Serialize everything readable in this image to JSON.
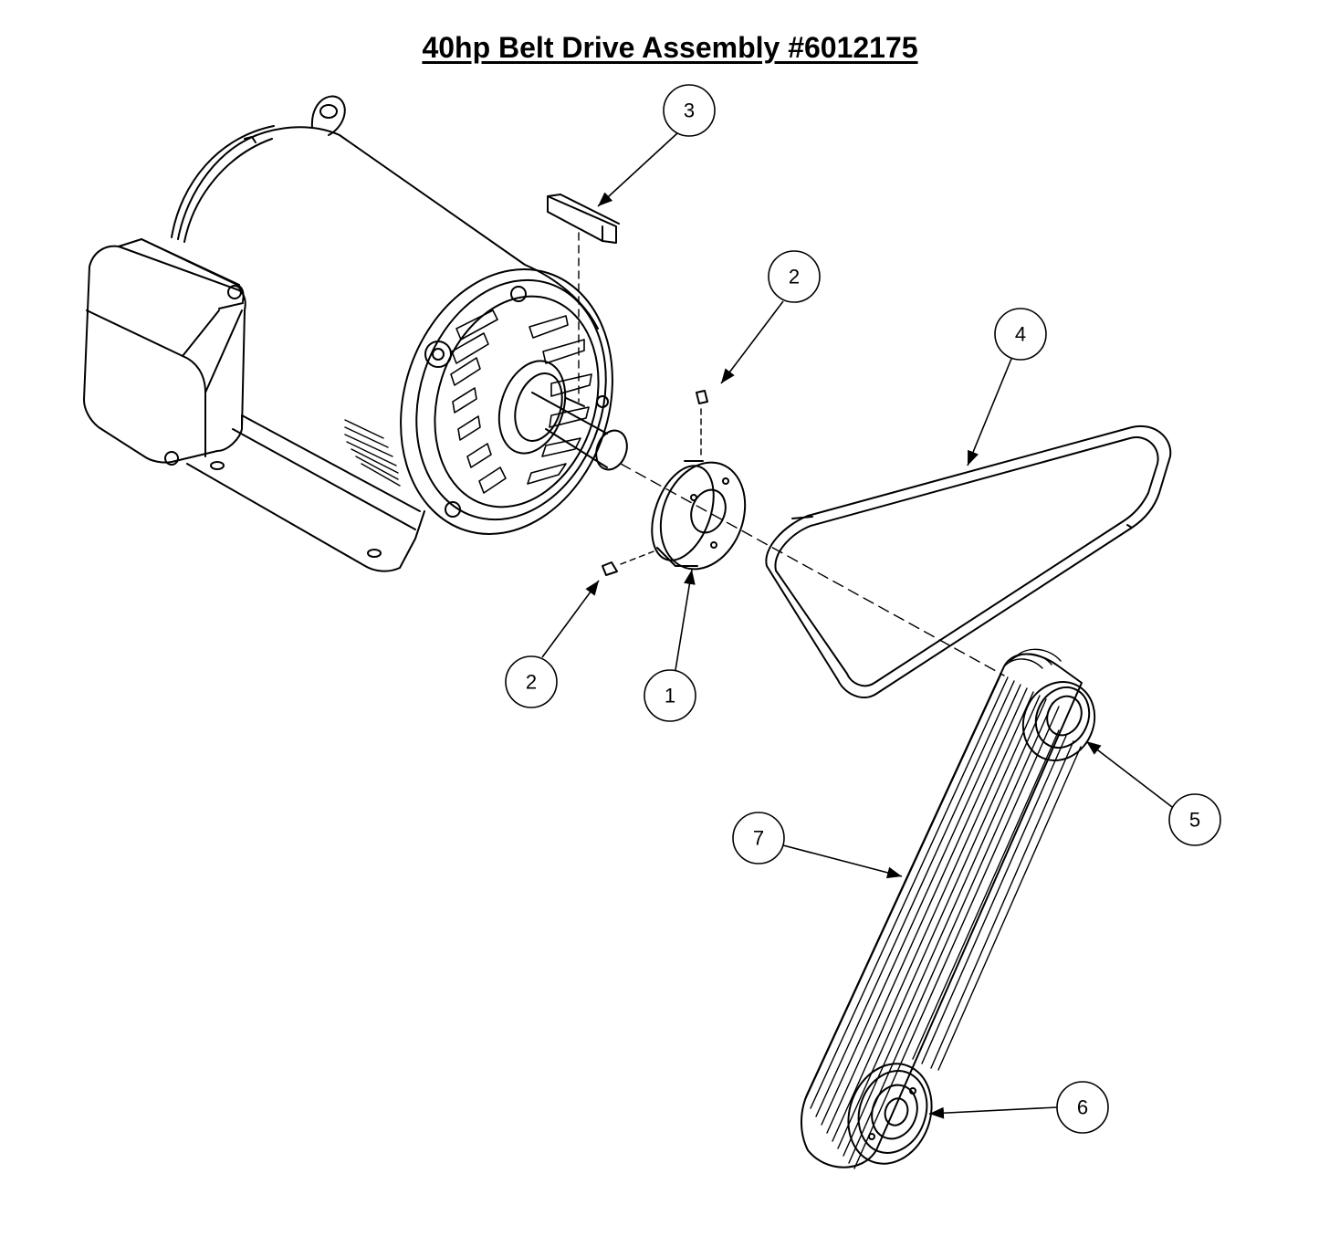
{
  "title": "40hp Belt Drive Assembly #6012175",
  "callouts": [
    {
      "id": "c1",
      "label": "1",
      "part": "bushing"
    },
    {
      "id": "c2a",
      "label": "2",
      "part": "set-screw-upper"
    },
    {
      "id": "c2b",
      "label": "2",
      "part": "set-screw-lower"
    },
    {
      "id": "c3",
      "label": "3",
      "part": "shaft-key"
    },
    {
      "id": "c4",
      "label": "4",
      "part": "v-belt"
    },
    {
      "id": "c5",
      "label": "5",
      "part": "upper-sheave"
    },
    {
      "id": "c6",
      "label": "6",
      "part": "lower-sheave"
    },
    {
      "id": "c7",
      "label": "7",
      "part": "multi-groove-belt"
    }
  ]
}
